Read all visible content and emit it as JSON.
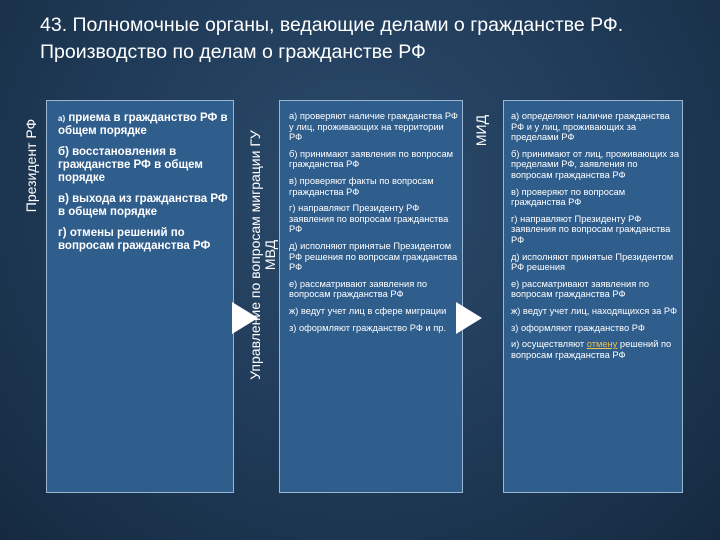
{
  "title": "43. Полномочные органы, ведающие делами о гражданстве РФ. Производство по делам о гражданстве РФ",
  "labels": {
    "president": "Президент РФ",
    "gu_line1": "Управление по вопросам миграции ГУ",
    "gu_line2": "МВД",
    "mid": "МИД"
  },
  "president_items": {
    "a_prefix": "а)",
    "a_text": " приема в гражданство РФ в общем порядке",
    "b": "б) восстановления в гражданстве РФ в общем порядке",
    "v": "в) выхода из гражданства РФ в общем порядке",
    "g": "г) отмены решений по вопросам гражданства РФ"
  },
  "gu_items": [
    "а) проверяют наличие гражданства РФ у лиц, проживающих на территории РФ",
    "б) принимают заявления по вопросам гражданства РФ",
    "в) проверяют факты по вопросам гражданства РФ",
    "г) направляют Президенту РФ заявления по вопросам гражданства РФ",
    "д) исполняют принятые Президентом РФ решения по вопросам гражданства РФ",
    "е) рассматривают заявления по вопросам гражданства РФ",
    "ж) ведут учет лиц в сфере миграции",
    "з) оформляют гражданство РФ и пр."
  ],
  "mid_items": [
    "а) определяют наличие гражданства РФ и у лиц, проживающих за пределами РФ",
    "б) принимают от лиц, проживающих за пределами РФ, заявления по вопросам гражданства РФ",
    "в) проверяют по вопросам гражданства РФ",
    "г) направляют Президенту РФ заявления по вопросам гражданства РФ",
    "д) исполняют принятые Президентом РФ решения",
    "е) рассматривают заявления по вопросам гражданства РФ",
    "ж) ведут учет лиц, находящихся за РФ",
    "з) оформляют гражданство РФ"
  ],
  "mid_last": {
    "prefix": "и) осуществляют ",
    "link": "отмену",
    "suffix": " решений по вопросам гражданства РФ"
  }
}
